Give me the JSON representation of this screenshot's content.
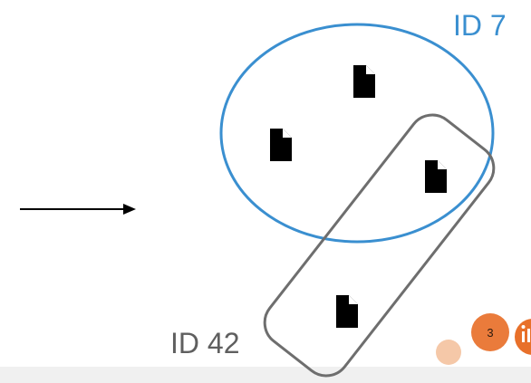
{
  "diagram": {
    "groups": [
      {
        "label": "ID 7",
        "shape": "ellipse",
        "color": "#3a8fd0"
      },
      {
        "label": "ID 42",
        "shape": "rounded-rectangle",
        "color": "#6e6e6e"
      }
    ],
    "documents_count": 4,
    "document_icon": "document-icon",
    "arrow_icon": "right-arrow-icon"
  },
  "footer": {
    "page_number": "3",
    "dot_color": "#f5c8a8",
    "badge_color": "#e8702a",
    "logo_color": "#e8702a"
  }
}
